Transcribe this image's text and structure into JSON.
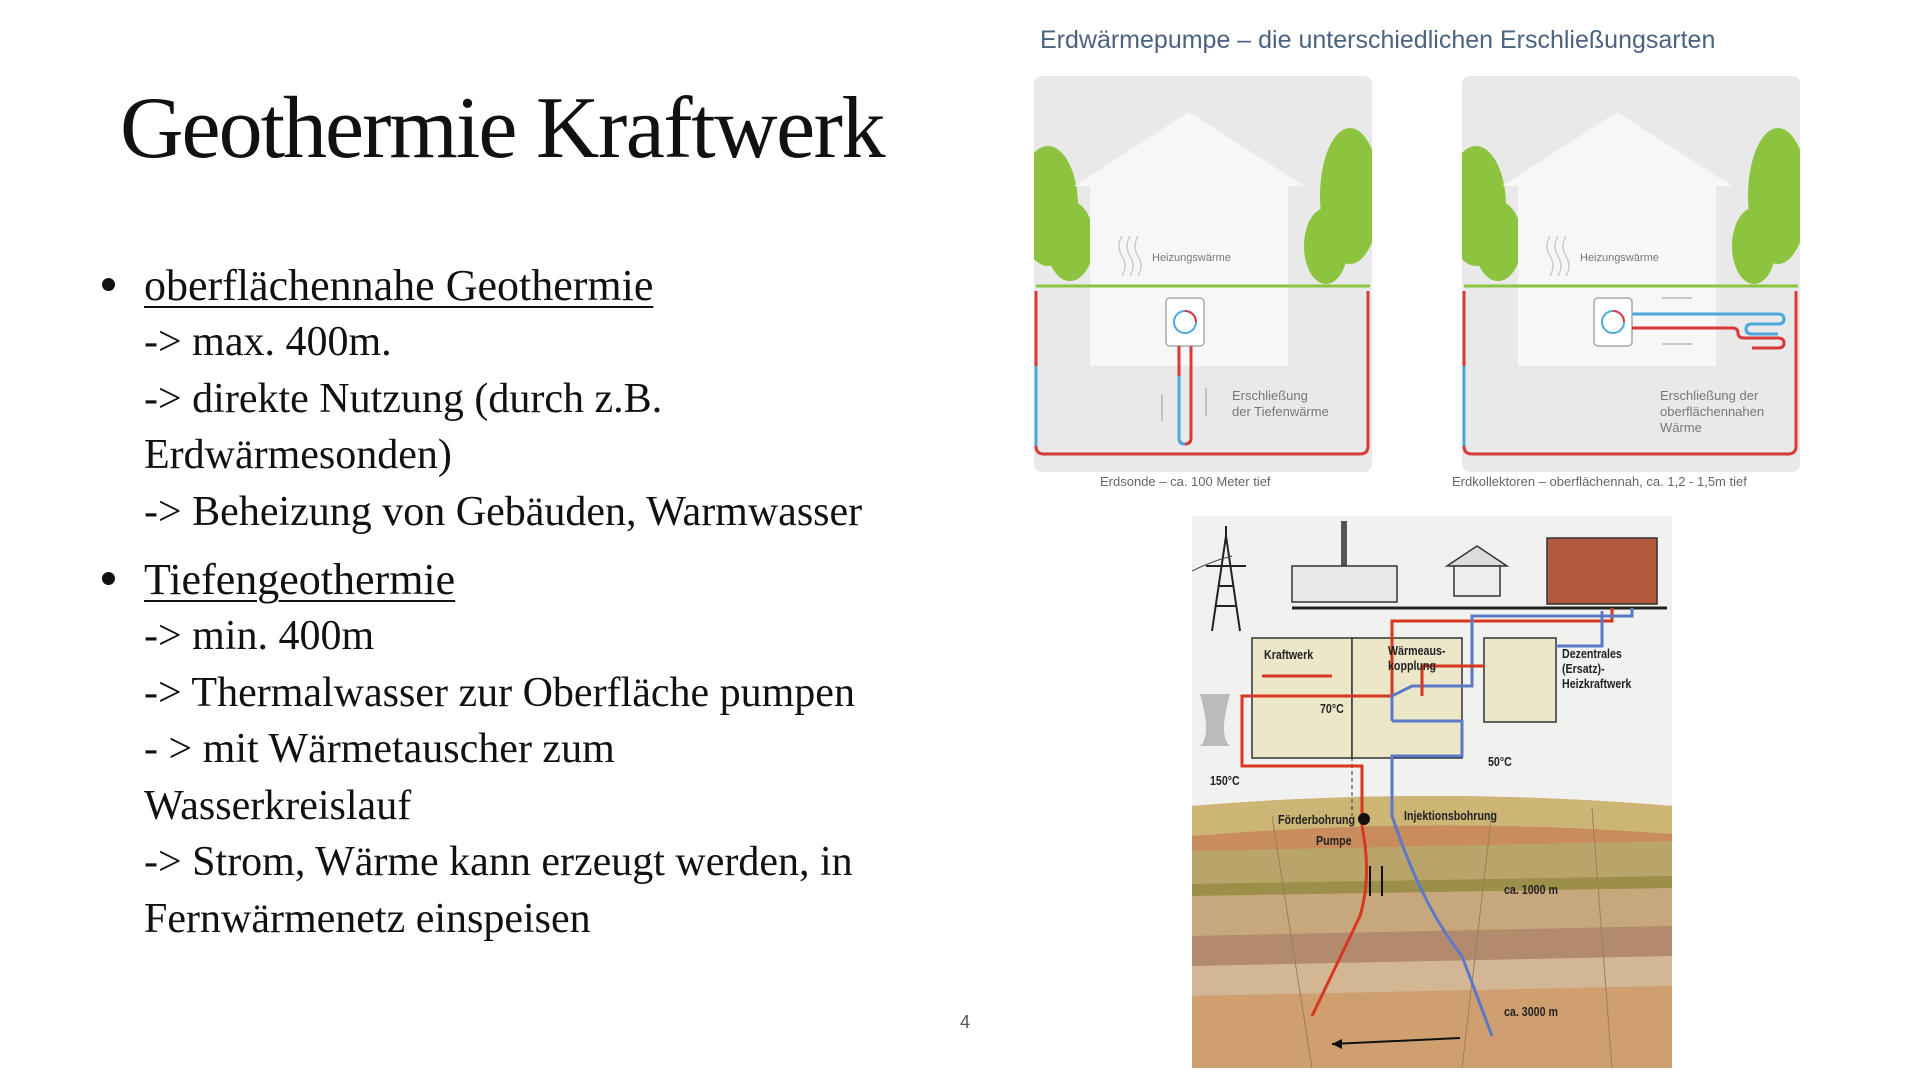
{
  "slide": {
    "title_part1": "Geothermie",
    "title_part2": "Kraftwerk",
    "page_number": "4"
  },
  "bullets": [
    {
      "heading": "oberflächennahe Geothermie ",
      "lines": [
        "-> max. 400m.",
        "-> direkte Nutzung (durch z.B.",
        "Erdwärmesonden)",
        "-> Beheizung von Gebäuden, Warmwasser"
      ]
    },
    {
      "heading": "Tiefengeothermie",
      "lines": [
        "-> min. 400m",
        "-> Thermalwasser zur Oberfläche pumpen",
        "- > mit Wärmetauscher zum",
        "Wasserkreislauf",
        "-> Strom, Wärme kann erzeugt werden, in",
        "Fernwärmenetz einspeisen"
      ]
    }
  ],
  "top_figure": {
    "caption": "Erdwärmepumpe – die unterschiedlichen Erschließungsarten",
    "left_panel": {
      "heat_label": "Heizungswärme",
      "ersch_line1": "Erschließung",
      "ersch_line2": "der Tiefenwärme",
      "caption": "Erdsonde – ca. 100 Meter tief"
    },
    "right_panel": {
      "heat_label": "Heizungswärme",
      "ersch_line1": "Erschließung der",
      "ersch_line2": "oberflächennahen",
      "ersch_line3": "Wärme",
      "caption": "Erdkollektoren – oberflächennah, ca. 1,2 - 1,5m tief"
    },
    "colors": {
      "red": "#d83a3a",
      "blue": "#4aa9dc",
      "green": "#8cc43f",
      "house": "#f0f0f0",
      "bg": "#e8e8e8"
    }
  },
  "bottom_figure": {
    "kraftwerk": "Kraftwerk",
    "waermeauskopplung_1": "Wärmeaus-",
    "waermeauskopplung_2": "kopplung",
    "dezentrales_1": "Dezentrales",
    "dezentrales_2": "(Ersatz)-",
    "dezentrales_3": "Heizkraftwerk",
    "temp_70": "70°C",
    "temp_150": "150°C",
    "temp_50": "50°C",
    "foerderbohrung": "Förderbohrung",
    "pumpe": "Pumpe",
    "injektionsbohrung": "Injektionsbohrung",
    "depth_1000": "ca. 1000 m",
    "depth_3000": "ca. 3000 m",
    "colors": {
      "hot": "#d9361f",
      "cold": "#5b79c8",
      "sky": "#f1f1ef",
      "earth": "#c98c5c"
    }
  }
}
